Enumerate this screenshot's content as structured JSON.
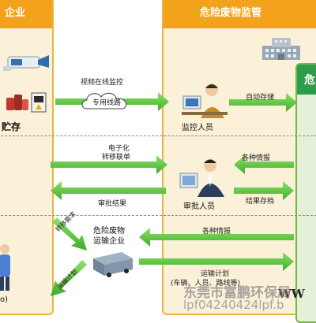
{
  "left_panel": {
    "title": "企业",
    "storage_label": "贮存"
  },
  "right_panel": {
    "title": "危险废物监管",
    "green_title": "危"
  },
  "flow_labels": {
    "video_monitor": "视频在线监控",
    "dedicated_line": "专用线路",
    "auto_storage": "自动存储",
    "electronic": "电子化",
    "transfer_form": "转移联单",
    "various_info_1": "各种情报",
    "approval_result": "审批结果",
    "result_archive": "结果存档",
    "transfer_request": "转移需求",
    "transport_plan_v": "运输计划",
    "various_info_2": "各种情报",
    "transport_plan": "运输计划",
    "transport_plan_detail": "(车辆、人员、路线等)"
  },
  "roles": {
    "monitor_staff": "监控人员",
    "approval_staff": "审批人员",
    "transport_company_line1": "危险废物",
    "transport_company_line2": "运输企业"
  },
  "footer": {
    "left_text": "o)",
    "ww_text": "WW"
  },
  "watermark": {
    "line1": "东莞市富鹏环保局",
    "line2": "lpf04240424lpf.b"
  },
  "colors": {
    "orange": "#f2a21b",
    "green_arrow": "#5cc73a",
    "green_header": "#2e9c4b",
    "panel_fill": "#fbf1d8"
  }
}
